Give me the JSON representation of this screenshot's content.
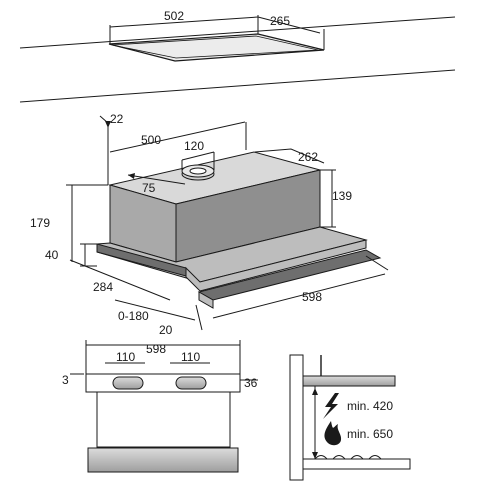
{
  "top_panel": {
    "width": "502",
    "depth": "265"
  },
  "hood": {
    "clearance_top": "22",
    "length": "500",
    "duct_outlet": "120",
    "depth": "262",
    "duct_offset": "75",
    "body_height": "139",
    "total_height": "179",
    "front_offset": "40",
    "side_depth": "284",
    "visor_travel": "0-180",
    "visor_thickness": "20",
    "total_width": "598"
  },
  "front_view": {
    "total_width": "598",
    "left_opening": "110",
    "right_opening": "110",
    "left_offset": "3",
    "right_offset": "36"
  },
  "install": {
    "electric_label": "min. 420",
    "gas_label": "min. 650"
  }
}
